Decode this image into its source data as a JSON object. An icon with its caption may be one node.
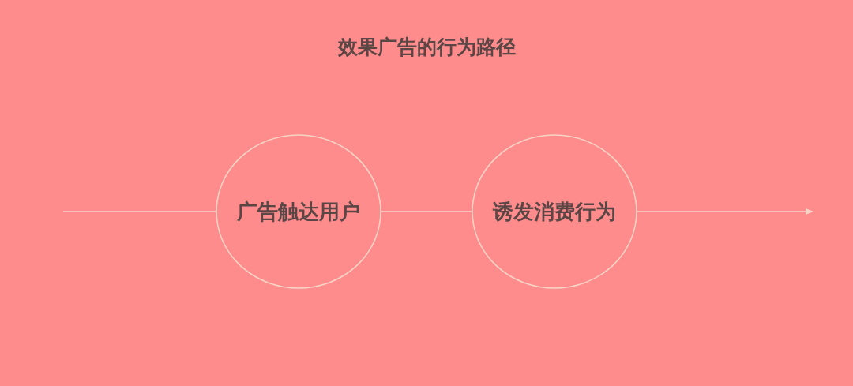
{
  "diagram": {
    "title": "效果广告的行为路径",
    "nodes": [
      {
        "text": [
          "广告触达用户"
        ]
      },
      {
        "text": [
          "诱发消费行为"
        ]
      }
    ],
    "edges": [
      {
        "from": null,
        "to": 0,
        "arrow": "none"
      },
      {
        "from": 0,
        "to": 1,
        "arrow": "none"
      },
      {
        "from": 1,
        "to": null,
        "arrow": "to"
      }
    ]
  }
}
